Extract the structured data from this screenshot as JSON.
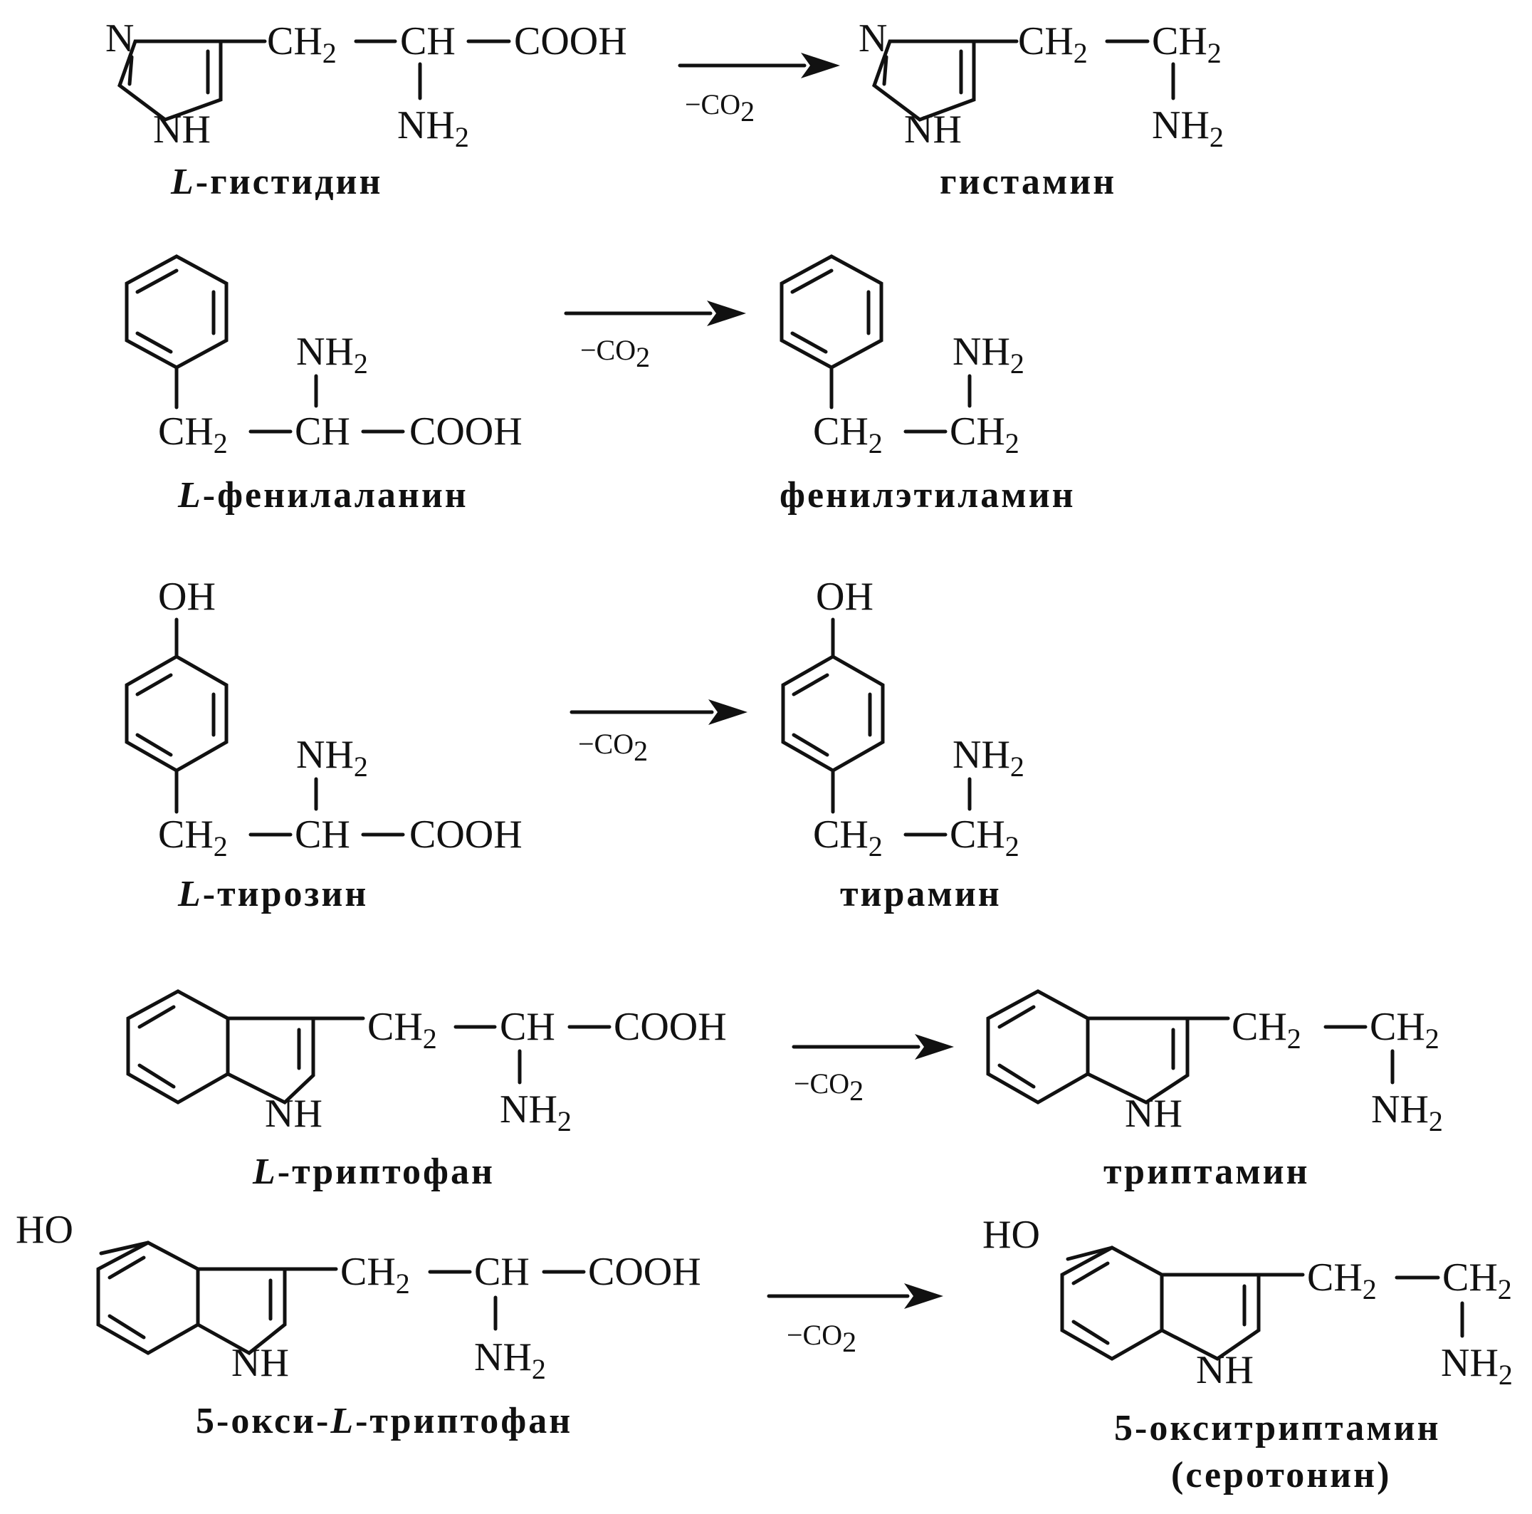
{
  "atoms": {
    "N": "N",
    "NH": "NH",
    "CH2_main": "CH",
    "two": "2",
    "CH": "CH",
    "COOH": "COOH",
    "NH2_main": "NH",
    "OH": "OH",
    "HO": "HO"
  },
  "condition": {
    "minus_co": "−CO",
    "two": "2"
  },
  "reactions": [
    {
      "reactant_name_prefix": "L",
      "reactant_name_rest": "-гистидин",
      "product_name": "гистамин"
    },
    {
      "reactant_name_prefix": "L",
      "reactant_name_rest": "-фенилаланин",
      "product_name": "фенилэтиламин"
    },
    {
      "reactant_name_prefix": "L",
      "reactant_name_rest": "-тирозин",
      "product_name": "тирамин"
    },
    {
      "reactant_name_prefix": "L",
      "reactant_name_rest": "-триптофан",
      "product_name": "триптамин"
    },
    {
      "reactant_name_part1": "5-окси-",
      "reactant_name_prefix": "L",
      "reactant_name_rest": "-триптофан",
      "product_name_line1": "5-окситриптамин",
      "product_name_line2": "(серотонин)"
    }
  ],
  "colors": {
    "ink": "#111111",
    "paper": "#ffffff"
  }
}
